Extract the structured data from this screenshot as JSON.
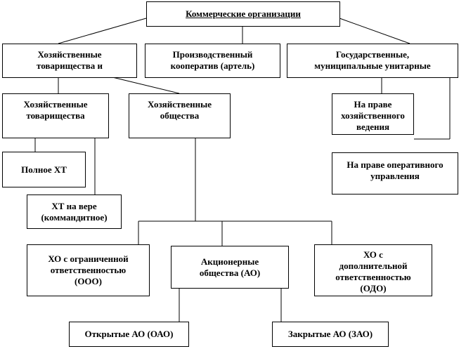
{
  "root": "Коммерческие организации",
  "level1": {
    "partnerships_and_societies": "Хозяйственные\nтоварищества и",
    "cooperative": "Производственный\nкооператив (артель)",
    "unitary": "Государственные,\nмуниципальные унитарные"
  },
  "level2": {
    "partnerships": "Хозяйственные\nтоварищества",
    "societies": "Хозяйственные\nобщества",
    "economic_management": "На праве\nхозяйственного\nведения",
    "operational_management": "На праве оперативного\nуправления"
  },
  "partnership_types": {
    "full": "Полное ХТ",
    "limited": "ХТ на вере\n(коммандитное)"
  },
  "society_types": {
    "llc": "ХО с ограниченной\nответственностью\n(ООО)",
    "jsc": "Акционерные\nобщества (АО)",
    "alc": "ХО с\nдополнительной\nответственностью\n(ОДО)"
  },
  "jsc_types": {
    "open": "Открытые АО (ОАО)",
    "closed": "Закрытые АО (ЗАО)"
  }
}
